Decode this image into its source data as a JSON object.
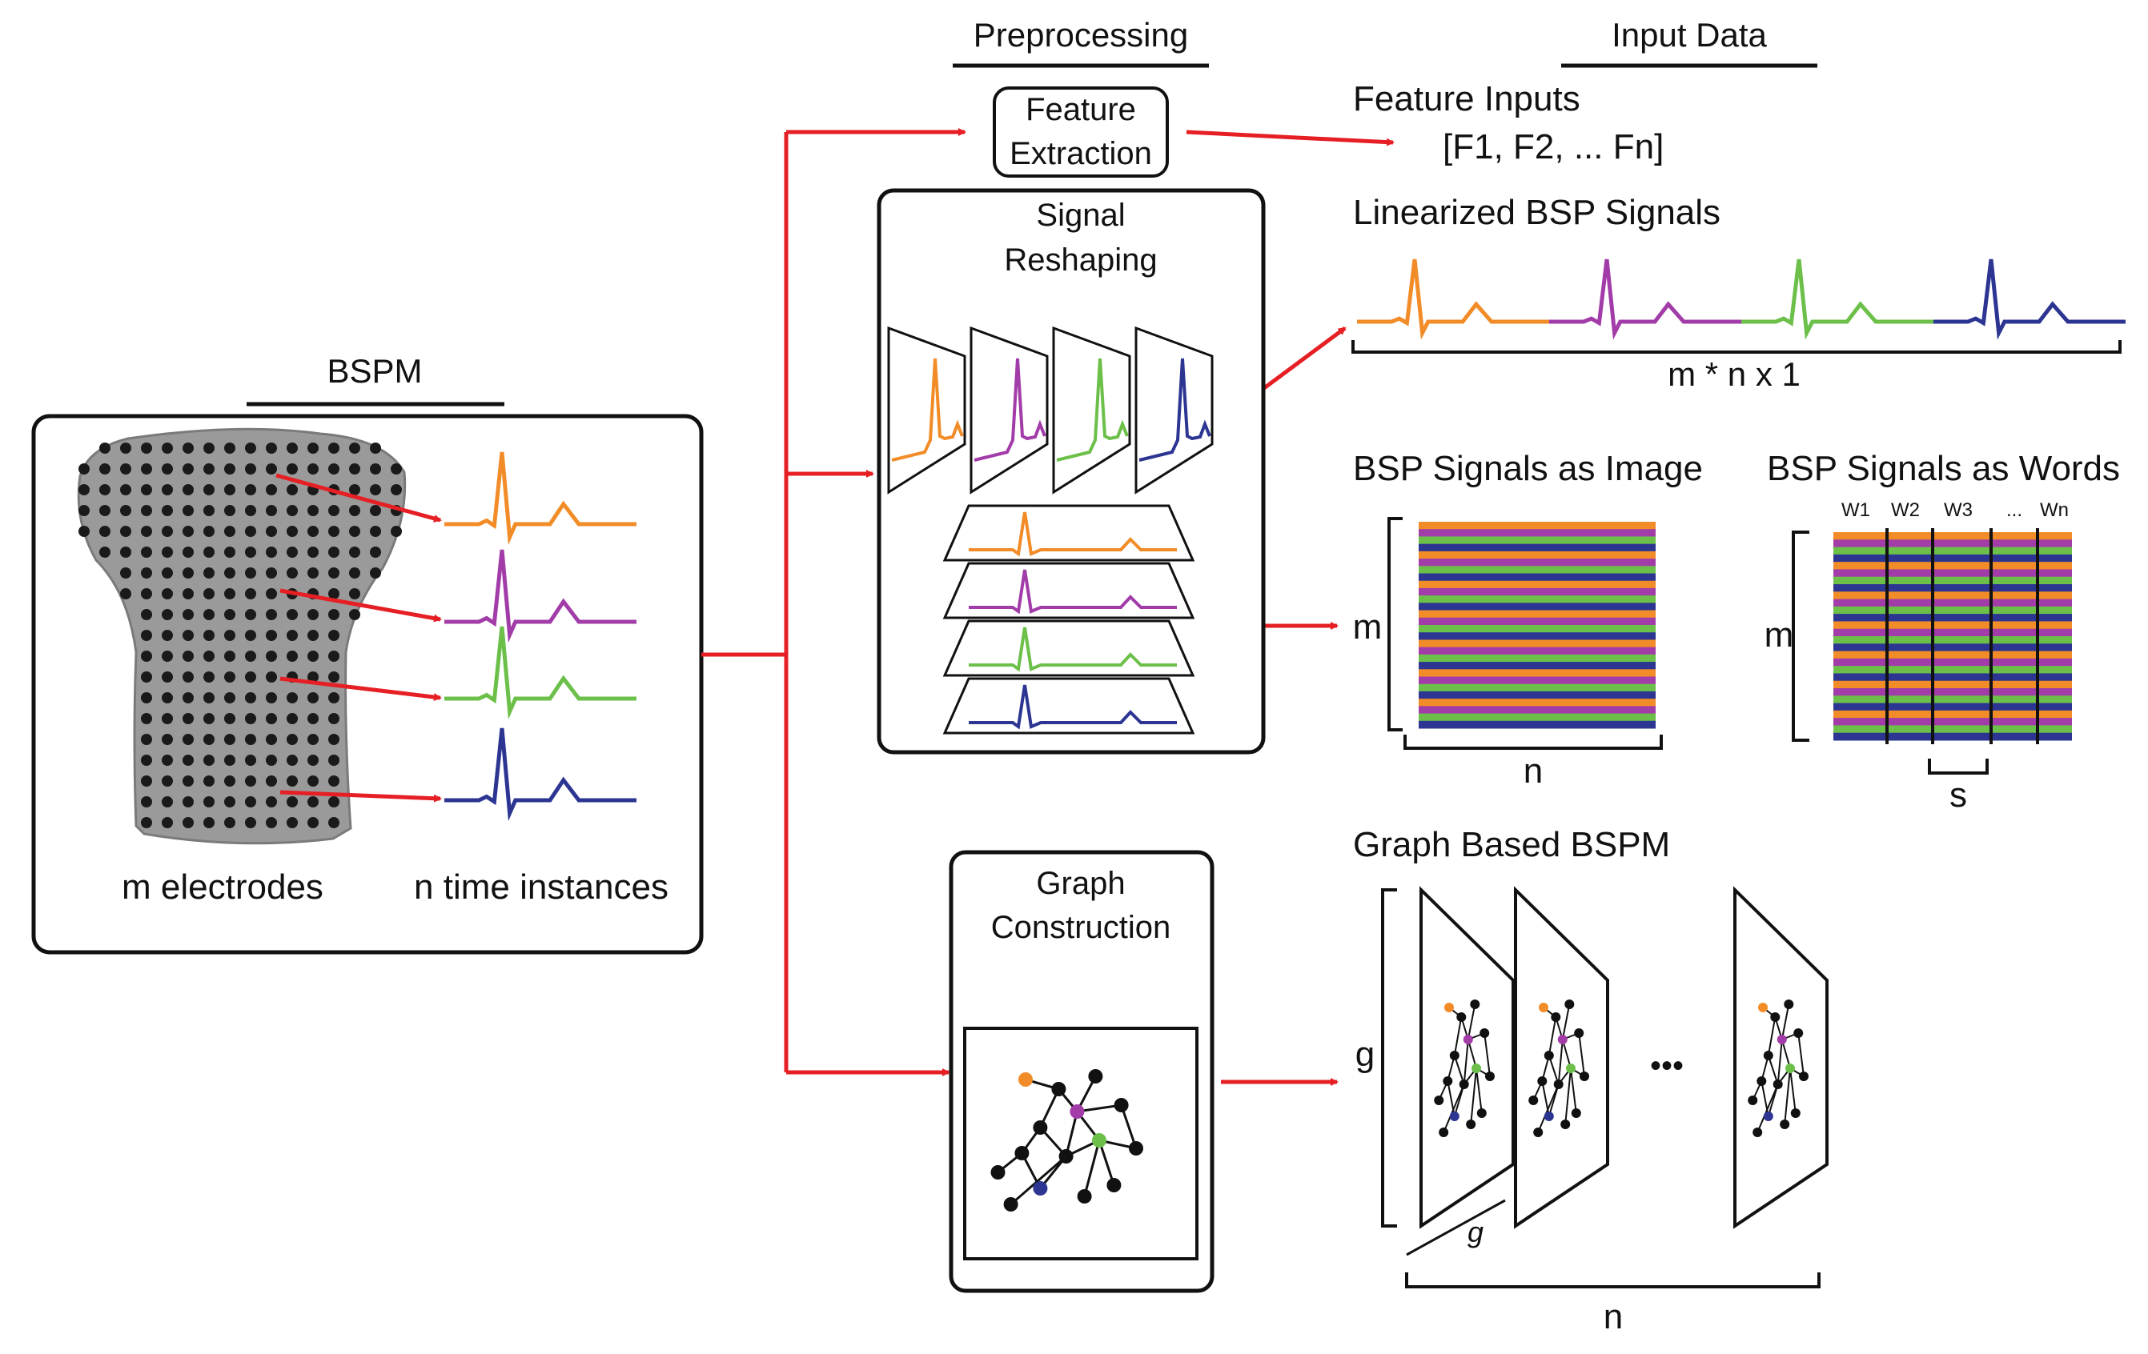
{
  "colors": {
    "orange": "#F28C28",
    "magenta": "#A23CA8",
    "green": "#6CC04A",
    "blue": "#2C3592",
    "arrow_red": "#E51F24",
    "black": "#111111",
    "torso_gray": "#9A9A9A"
  },
  "headers": {
    "bspm": "BSPM",
    "preprocessing": "Preprocessing",
    "input_data": "Input Data"
  },
  "bspm_panel": {
    "electrodes_label": "m electrodes",
    "time_label": "n time instances"
  },
  "preprocessing": {
    "feature_extraction": [
      "Feature",
      "Extraction"
    ],
    "signal_reshaping": [
      "Signal",
      "Reshaping"
    ],
    "graph_construction": [
      "Graph",
      "Construction"
    ]
  },
  "inputs": {
    "feature_inputs_title": "Feature Inputs",
    "feature_inputs_vector": "[F1, F2, ... Fn]",
    "linearized_title": "Linearized BSP Signals",
    "linearized_dim": "m * n x 1",
    "image_title": "BSP Signals as Image",
    "image_rows_label": "m",
    "image_cols_label": "n",
    "words_title": "BSP Signals as Words",
    "words_rows_label": "m",
    "words_window_label": "s",
    "word_labels": [
      "W1",
      "W2",
      "W3",
      "...",
      "Wn"
    ],
    "graph_title": "Graph Based BSPM",
    "graph_size_label": "g",
    "graph_depth_label": "g",
    "graph_count_label": "n",
    "graph_ellipsis": "•••"
  }
}
